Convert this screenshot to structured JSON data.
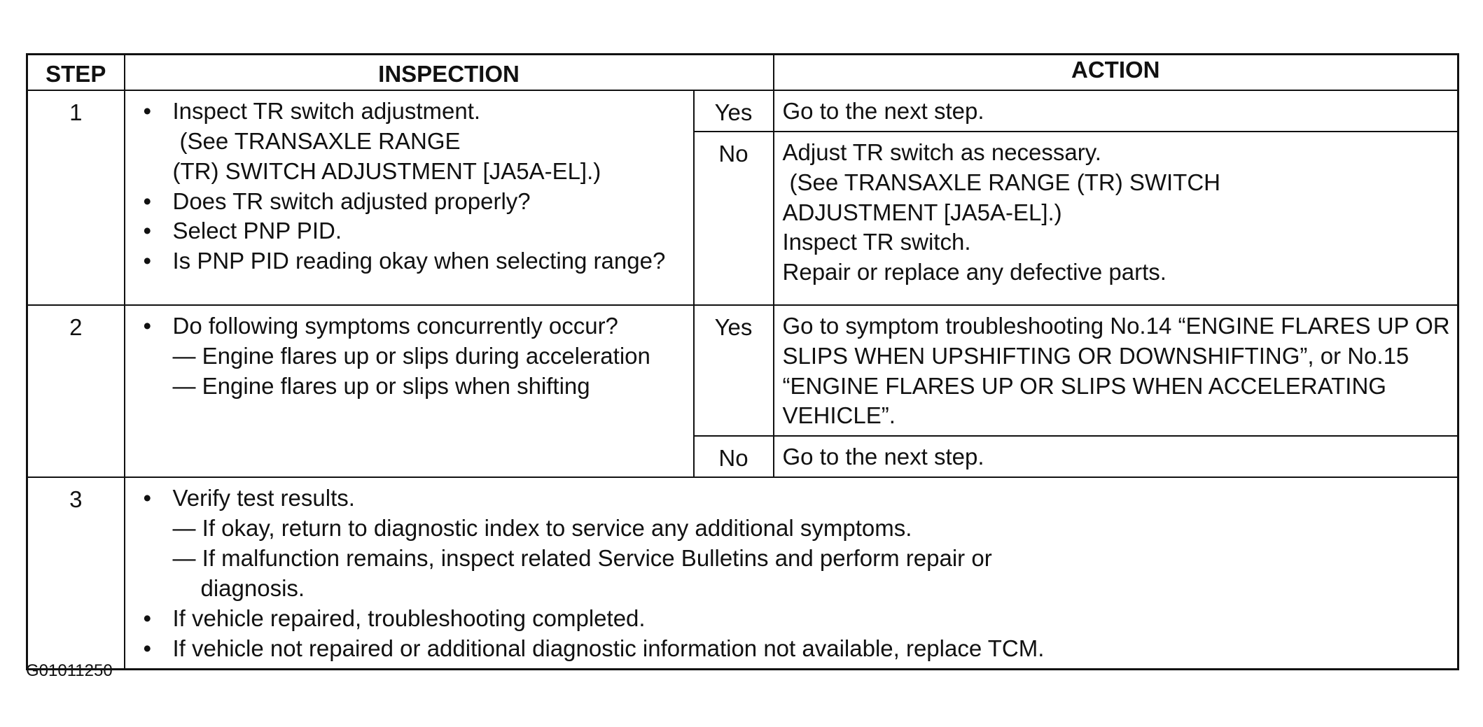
{
  "headers": {
    "step": "STEP",
    "inspection": "INSPECTION",
    "action": "ACTION"
  },
  "steps": [
    {
      "step": "1",
      "inspection": {
        "b1": "Inspect TR switch adjustment.",
        "b1_sub1": "(See  TRANSAXLE RANGE",
        "b1_sub2": "(TR) SWITCH ADJUSTMENT [JA5A-EL].)",
        "b2": "Does TR switch adjusted properly?",
        "b3": "Select PNP PID.",
        "b4": "Is PNP PID reading okay when selecting range?"
      },
      "yes_label": "Yes",
      "yes_action": "Go to the next step.",
      "no_label": "No",
      "no_action": {
        "l1": "Adjust TR switch as necessary.",
        "l2": "(See TRANSAXLE RANGE (TR) SWITCH",
        "l3": "ADJUSTMENT [JA5A-EL].)",
        "l4": "Inspect TR switch.",
        "l5": "Repair or replace any defective parts."
      }
    },
    {
      "step": "2",
      "inspection": {
        "b1": "Do following symptoms concurrently occur?",
        "d1": "— Engine flares up or slips during acceleration",
        "d2": "— Engine flares up or slips when shifting"
      },
      "yes_label": "Yes",
      "yes_action": "Go to symptom troubleshooting No.14 “ENGINE FLARES UP OR SLIPS WHEN UPSHIFTING OR DOWNSHIFTING”, or No.15 “ENGINE FLARES UP OR SLIPS WHEN ACCELERATING VEHICLE”.",
      "no_label": "No",
      "no_action": "Go to the next step."
    },
    {
      "step": "3",
      "inspection": {
        "b1": "Verify test results.",
        "d1": "— If okay, return to diagnostic index to service any additional symptoms.",
        "d2": "— If malfunction remains, inspect related Service Bulletins and perform repair or diagnosis.",
        "b2": "If vehicle repaired, troubleshooting completed.",
        "b3": "If vehicle not repaired or additional diagnostic information not available, replace TCM."
      }
    }
  ],
  "figure_code": "G01011250"
}
